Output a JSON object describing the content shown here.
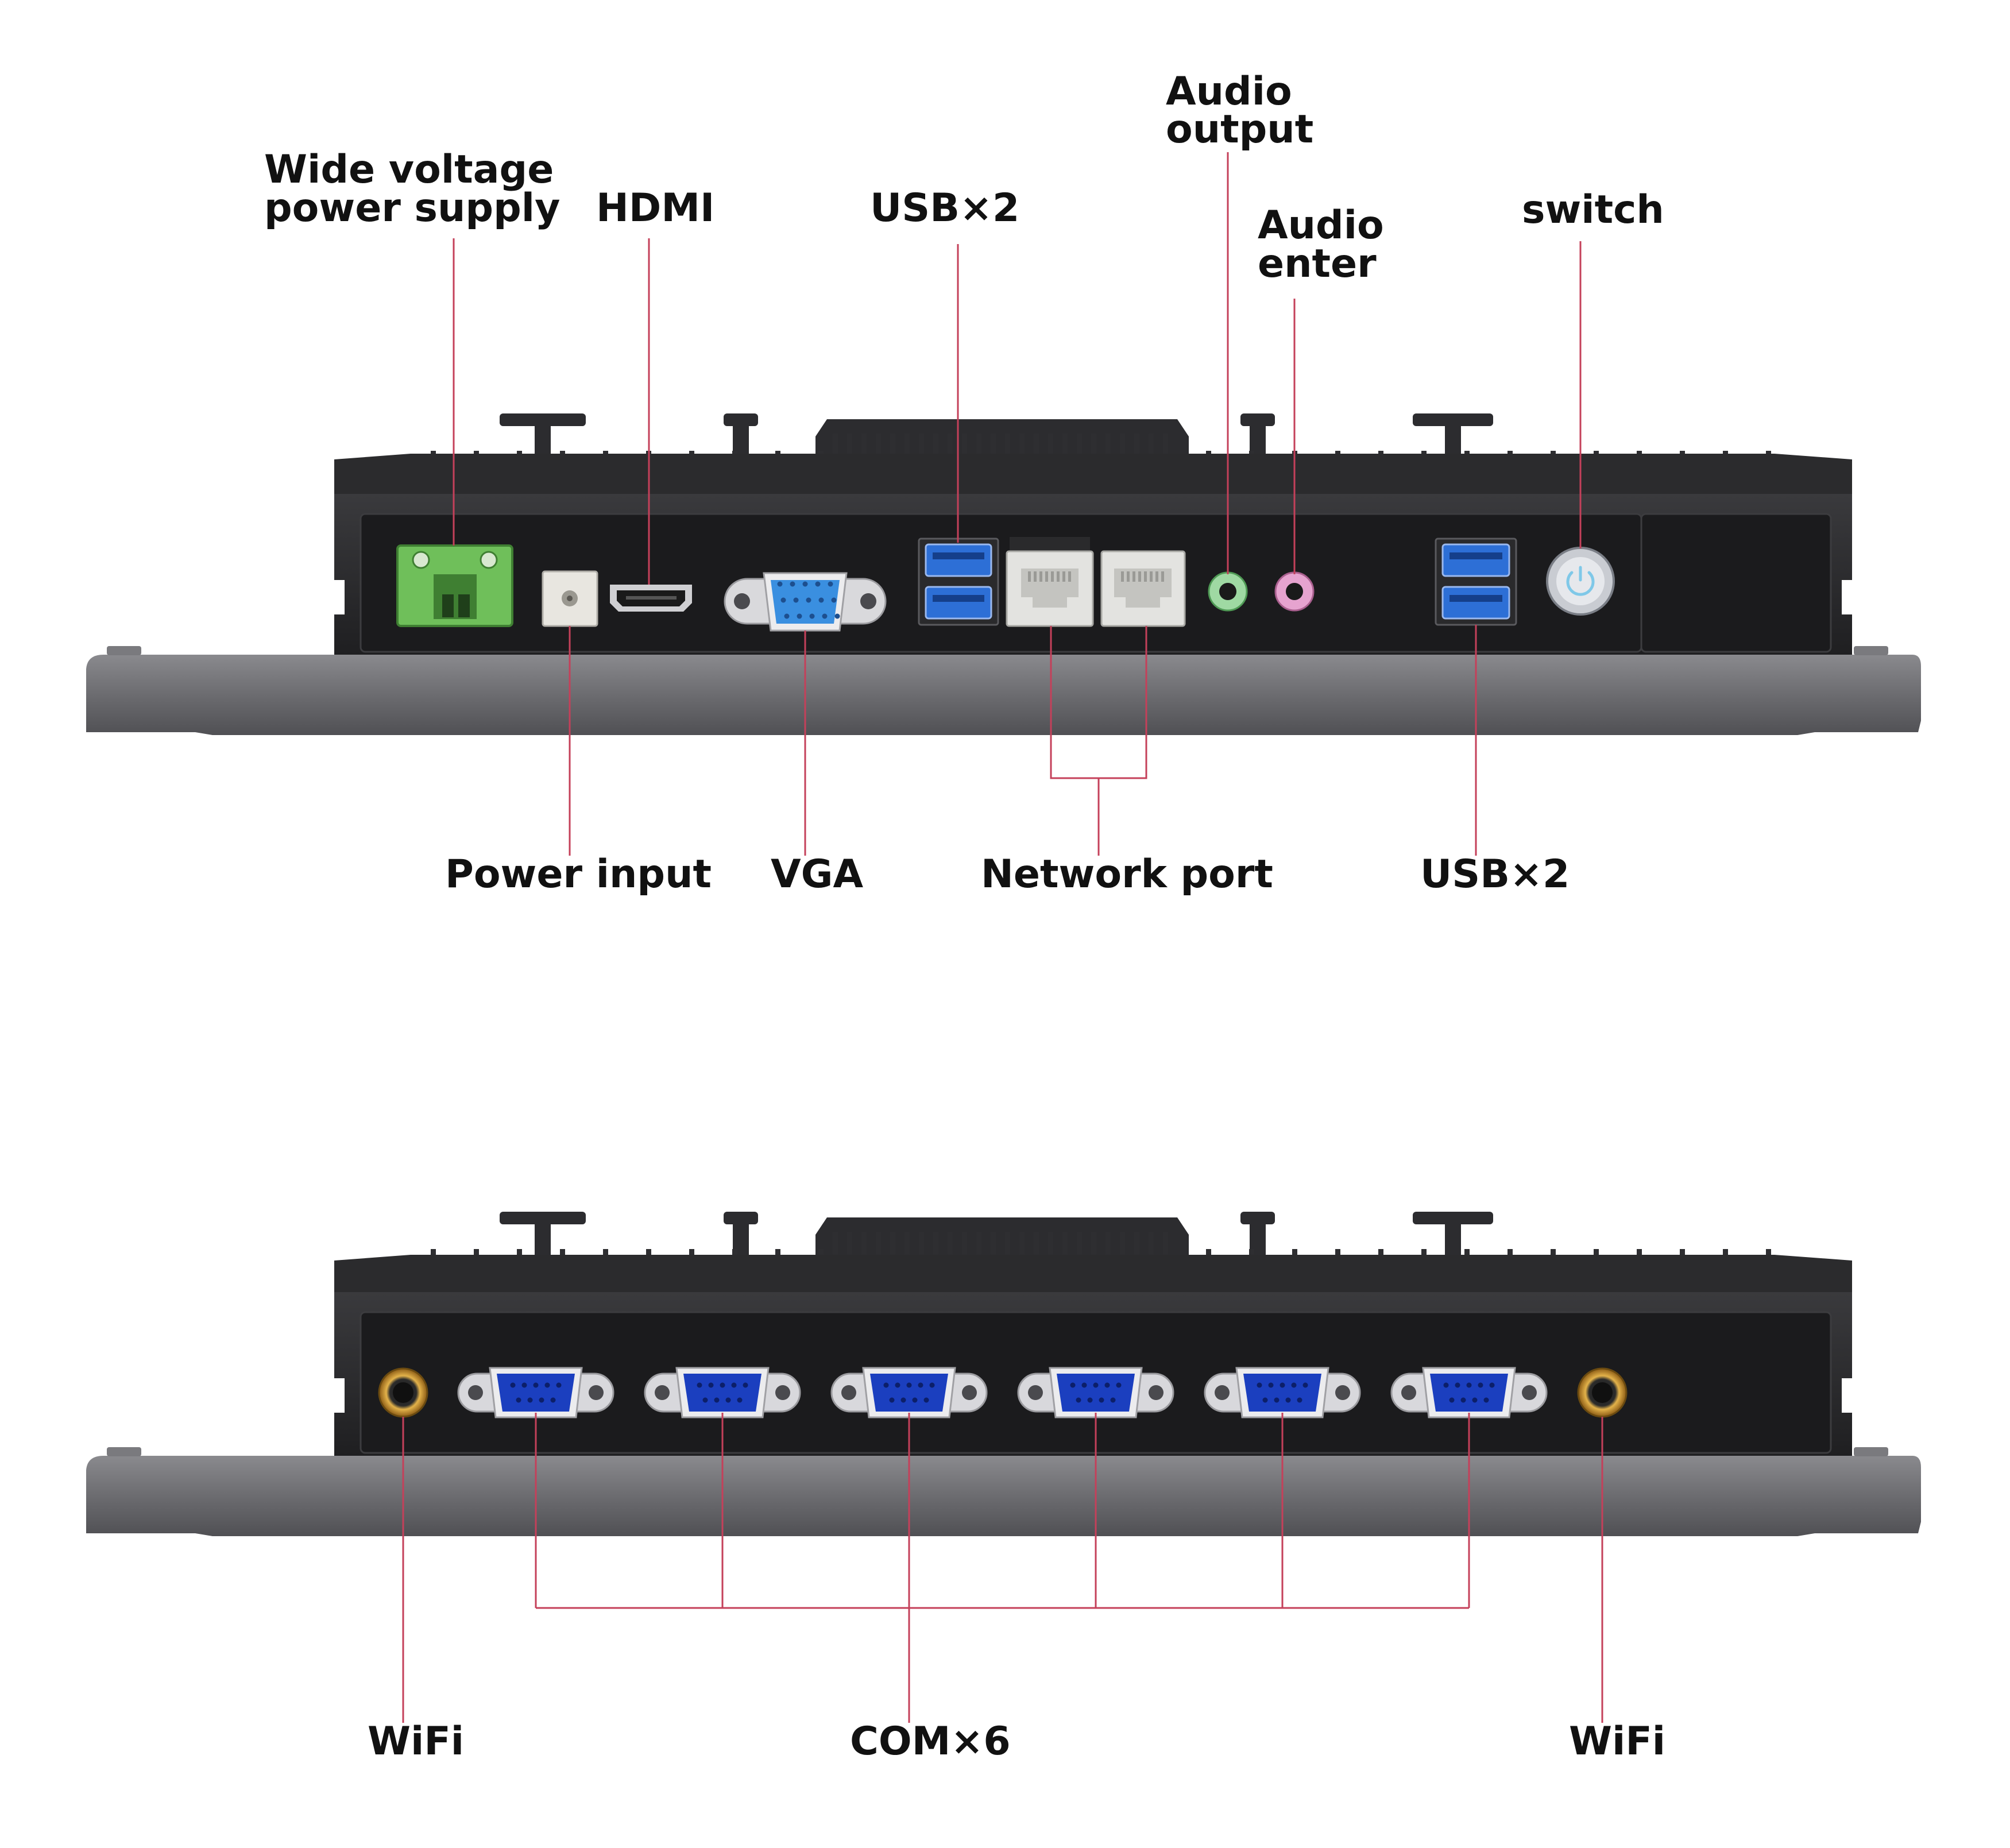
{
  "colors": {
    "leader": "#c4405a",
    "chassis": "#2a2a2c",
    "panel": "#1e1e20",
    "bezel": "#6e6e72",
    "terminal_green": "#6fbf5a",
    "usb_blue": "#2d6fd6",
    "vga_blue": "#3a8fe0",
    "db9_blue": "#1b3fbf",
    "audio_green": "#9fd9a3",
    "audio_pink": "#e6a3cf",
    "wifi_gold": "#c8902a"
  },
  "top_panel": {
    "labels": {
      "wide_voltage_line1": "Wide voltage",
      "wide_voltage_line2": "power supply",
      "hdmi": "HDMI",
      "usb_top": "USB×2",
      "audio_output_line1": "Audio",
      "audio_output_line2": "output",
      "audio_enter_line1": "Audio",
      "audio_enter_line2": "enter",
      "switch": "switch",
      "power_input": "Power input",
      "vga": "VGA",
      "network_port": "Network port",
      "usb_bottom": "USB×2"
    }
  },
  "bottom_panel": {
    "labels": {
      "wifi_left": "WiFi",
      "com": "COM×6",
      "wifi_right": "WiFi"
    }
  }
}
